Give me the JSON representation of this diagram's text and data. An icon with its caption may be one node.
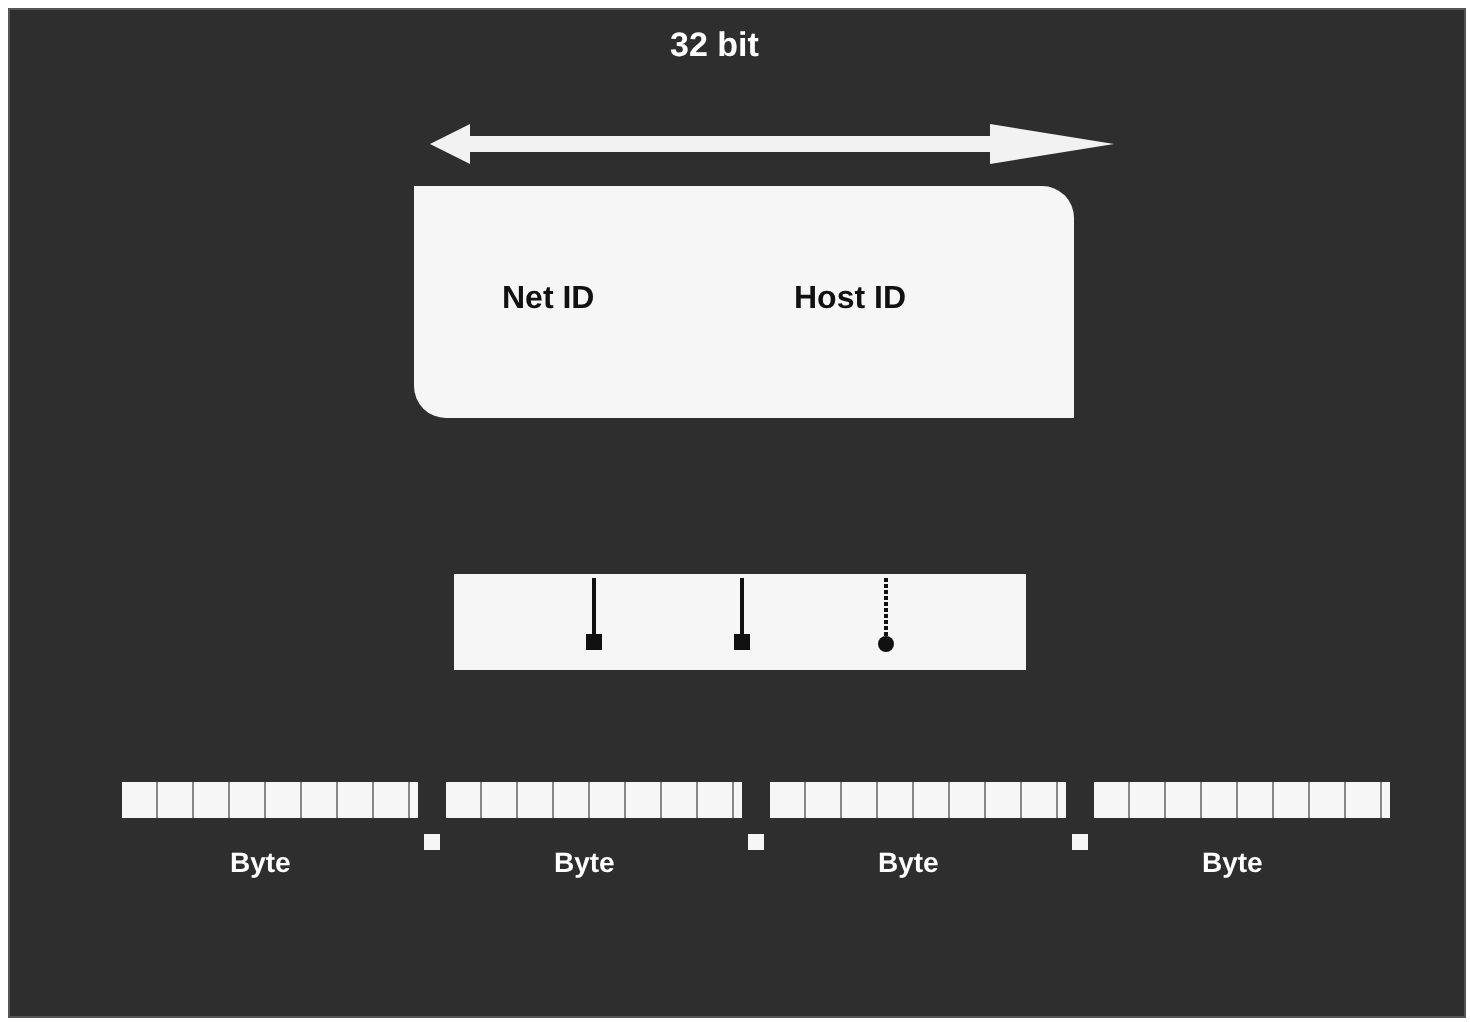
{
  "diagram": {
    "nodes": [
      {
        "text": [
          "Net ID",
          "Host ID"
        ]
      },
      {
        "text": [],
        "shape": "bar"
      },
      {
        "text": [
          "Byte"
        ]
      },
      {
        "text": [
          "Byte"
        ]
      },
      {
        "text": [
          "Byte"
        ]
      },
      {
        "text": [
          "Byte"
        ]
      }
    ],
    "labels": [
      "32 bit"
    ]
  }
}
